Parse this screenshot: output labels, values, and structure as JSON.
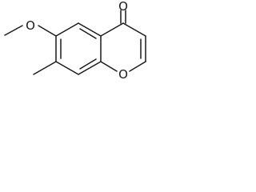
{
  "molecule": {
    "atoms": {
      "carbonyl_oxygen": "O",
      "methoxy_oxygen": "O",
      "ring_oxygen": "O"
    }
  }
}
